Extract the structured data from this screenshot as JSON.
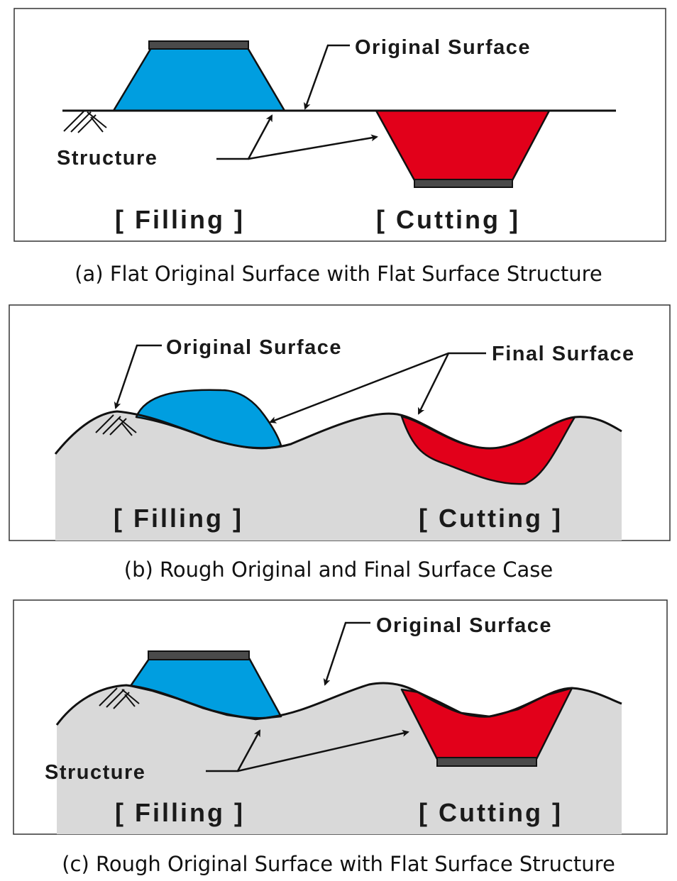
{
  "colors": {
    "fill": "#009ee0",
    "cut": "#e2001a",
    "ground": "#d9d9d9",
    "structure": "#4a4a4a"
  },
  "panel_a": {
    "original_surface_label": "Original Surface",
    "structure_label": "Structure",
    "filling_label": "[ Filling ]",
    "cutting_label": "[ Cutting ]",
    "caption": "(a) Flat Original Surface with Flat Surface Structure"
  },
  "panel_b": {
    "original_surface_label": "Original Surface",
    "final_surface_label": "Final Surface",
    "filling_label": "[ Filling ]",
    "cutting_label": "[ Cutting ]",
    "caption": "(b) Rough Original and Final Surface Case"
  },
  "panel_c": {
    "original_surface_label": "Original Surface",
    "structure_label": "Structure",
    "filling_label": "[ Filling ]",
    "cutting_label": "[ Cutting ]",
    "caption": "(c) Rough Original Surface with Flat Surface Structure"
  }
}
